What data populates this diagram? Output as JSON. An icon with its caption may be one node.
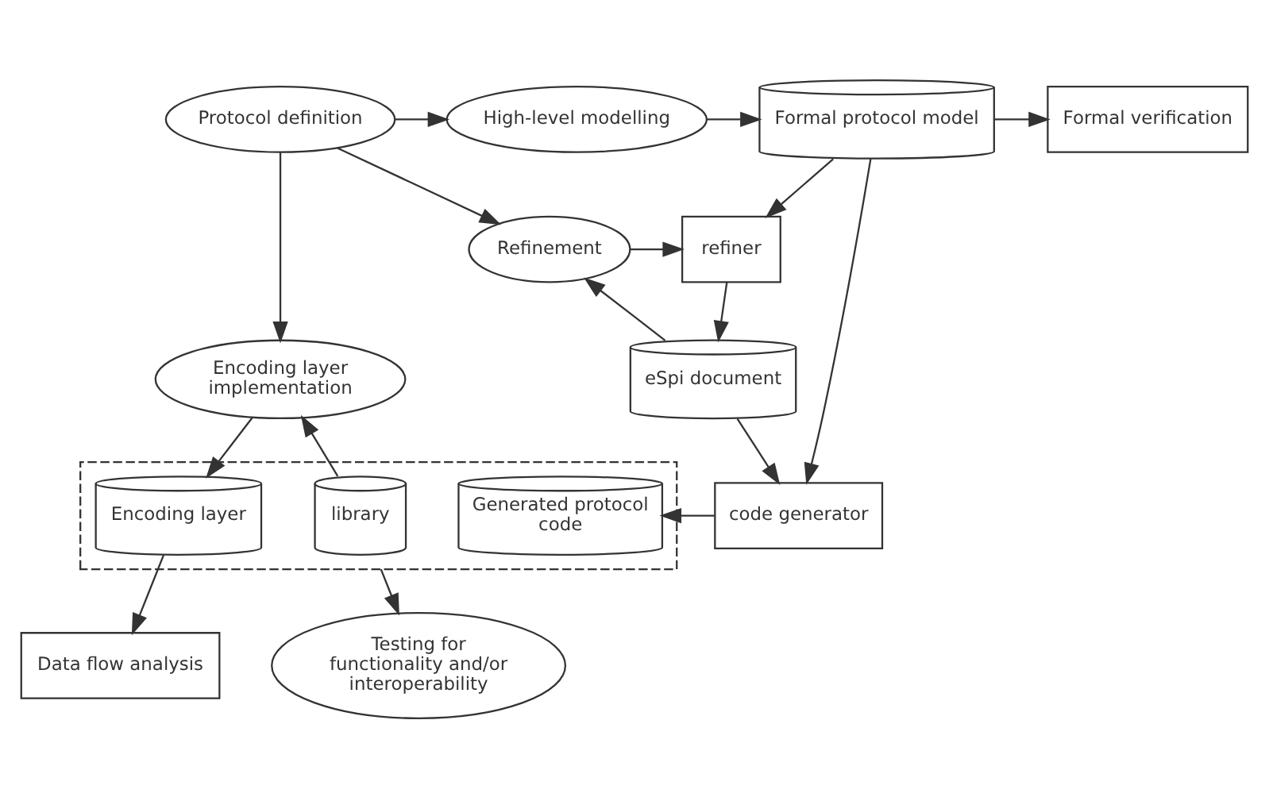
{
  "diagram": {
    "nodes": [
      {
        "text": [
          "Protocol definition"
        ]
      },
      {
        "text": [
          "High-level modelling"
        ]
      },
      {
        "text": [
          "Formal protocol model"
        ]
      },
      {
        "text": [
          "Formal verification"
        ]
      },
      {
        "text": [
          "Refinement"
        ]
      },
      {
        "text": [
          "refiner"
        ]
      },
      {
        "text": [
          "Encoding layer implementation"
        ]
      },
      {
        "text": [
          "eSpi document"
        ]
      },
      {
        "text": [
          "Data flow analysis"
        ]
      },
      {
        "text": [
          "code generator"
        ]
      },
      {
        "text": [],
        "shape": "box"
      },
      {
        "text": [
          "Encoding layer"
        ],
        "in": 10
      },
      {
        "text": [
          "library"
        ],
        "in": 10
      },
      {
        "text": [
          "Generated protocol code"
        ],
        "in": 10
      },
      {
        "text": [
          "Testing for functionality and/or interoperability"
        ]
      }
    ],
    "edges": [
      {
        "from": 0,
        "to": 1,
        "arrow": "to"
      },
      {
        "from": 1,
        "to": 2,
        "arrow": "to"
      },
      {
        "from": 2,
        "to": 3,
        "arrow": "to"
      },
      {
        "from": 0,
        "to": 4,
        "arrow": "to"
      },
      {
        "from": 0,
        "to": 6,
        "arrow": "to"
      },
      {
        "from": 4,
        "to": 5,
        "arrow": "to"
      },
      {
        "from": 2,
        "to": 5,
        "arrow": "to"
      },
      {
        "from": 5,
        "to": 7,
        "arrow": "to"
      },
      {
        "from": 7,
        "to": 4,
        "arrow": "to"
      },
      {
        "from": 7,
        "to": 9,
        "arrow": "to"
      },
      {
        "from": 2,
        "to": 9,
        "arrow": "to"
      },
      {
        "from": 6,
        "to": 11,
        "arrow": "to"
      },
      {
        "from": 12,
        "to": 6,
        "arrow": "to"
      },
      {
        "from": 11,
        "to": 8,
        "arrow": "to"
      },
      {
        "from": 9,
        "to": 13,
        "arrow": "to"
      },
      {
        "from": 10,
        "to": 14,
        "arrow": "to"
      }
    ]
  }
}
